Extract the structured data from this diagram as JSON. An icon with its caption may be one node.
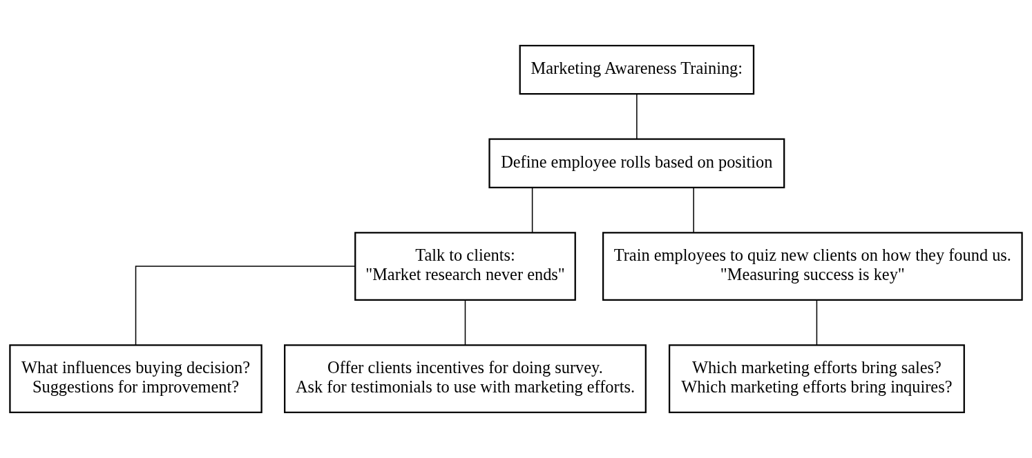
{
  "diagram": {
    "nodes": [
      {
        "text": [
          "Marketing Awareness Training:"
        ]
      },
      {
        "text": [
          "Define employee rolls based on position"
        ]
      },
      {
        "text": [
          "Talk to clients:",
          "\"Market research never ends\""
        ]
      },
      {
        "text": [
          "Train employees to quiz new clients on how they found us.",
          "\"Measuring success is key\""
        ]
      },
      {
        "text": [
          "What influences buying decision?",
          "Suggestions for improvement?"
        ]
      },
      {
        "text": [
          "Offer clients incentives for doing survey.",
          "Ask for testimonials to use with marketing efforts."
        ]
      },
      {
        "text": [
          "Which marketing efforts bring sales?",
          "Which marketing efforts bring inquires?"
        ]
      }
    ],
    "edges": [
      {
        "from": 0,
        "to": 1,
        "arrow": "none"
      },
      {
        "from": 1,
        "to": 2,
        "arrow": "none"
      },
      {
        "from": 1,
        "to": 3,
        "arrow": "none"
      },
      {
        "from": 2,
        "to": 4,
        "arrow": "none"
      },
      {
        "from": 2,
        "to": 5,
        "arrow": "none"
      },
      {
        "from": 3,
        "to": 6,
        "arrow": "none"
      }
    ]
  }
}
